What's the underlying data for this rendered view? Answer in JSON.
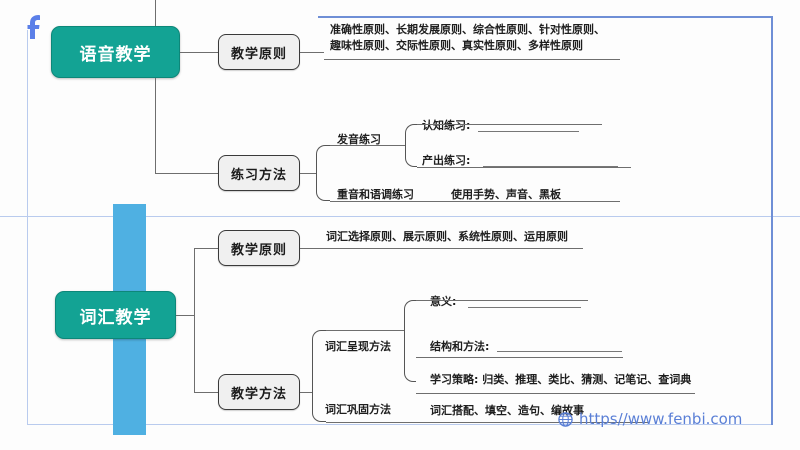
{
  "logo": {
    "name": "fenbi-logo"
  },
  "watermark": {
    "url": "https//www.fenbi.com",
    "icon": "globe-icon"
  },
  "colors": {
    "root_node": "#13a394",
    "branch_node": "#f0f0f0",
    "band": "#4fb0e2",
    "frame": "#6f8fd6",
    "watermark": "#5a7fd6"
  },
  "map": {
    "topics": [
      {
        "title": "语音教学",
        "branches": [
          {
            "label": "教学原则",
            "detail_lines": [
              "准确性原则、长期发展原则、综合性原则、针对性原则、",
              "趣味性原则、交际性原则、真实性原则、多样性原则"
            ]
          },
          {
            "label": "练习方法",
            "sub": [
              {
                "label": "发音练习",
                "items": [
                  {
                    "text": "认知练习:",
                    "blank": true
                  },
                  {
                    "text": "产出练习:",
                    "blank": true
                  }
                ]
              },
              {
                "label": "重音和语调练习",
                "items": [
                  {
                    "text": "使用手势、声音、黑板",
                    "blank": false
                  }
                ]
              }
            ]
          }
        ]
      },
      {
        "title": "词汇教学",
        "branches": [
          {
            "label": "教学原则",
            "detail_lines": [
              "词汇选择原则、展示原则、系统性原则、运用原则"
            ]
          },
          {
            "label": "教学方法",
            "sub": [
              {
                "label": "词汇呈现方法",
                "items": [
                  {
                    "text": "意义:",
                    "blank": true
                  },
                  {
                    "text": "结构和方法:",
                    "blank": true
                  },
                  {
                    "text": "学习策略: 归类、推理、类比、猜测、记笔记、查词典",
                    "blank": false
                  }
                ]
              },
              {
                "label": "词汇巩固方法",
                "items": [
                  {
                    "text": "词汇搭配、填空、造句、编故事",
                    "blank": false
                  }
                ]
              }
            ]
          }
        ]
      }
    ]
  }
}
